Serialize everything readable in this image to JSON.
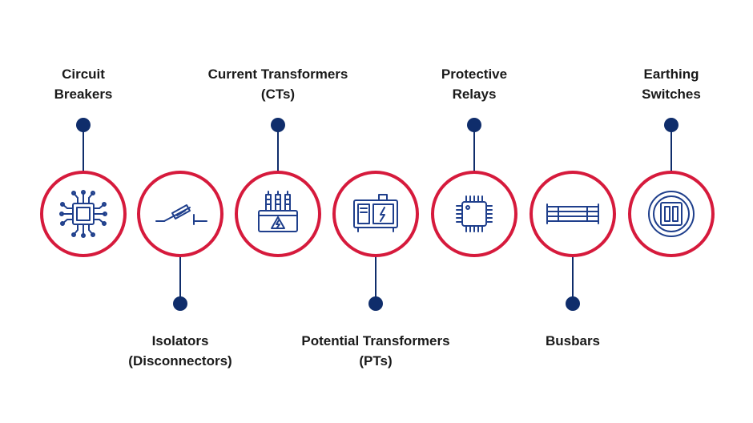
{
  "colors": {
    "ring": "#d61a3c",
    "node": "#0f2d6b",
    "icon": "#1f3f8c",
    "line": "#0f2d6b",
    "text": "#1a1a1a"
  },
  "items": [
    {
      "id": "circuit-breakers",
      "position": "top",
      "icon": "chip-circuit-icon",
      "label_lines": [
        "Circuit",
        "Breakers"
      ]
    },
    {
      "id": "isolators",
      "position": "bottom",
      "icon": "isolator-switch-icon",
      "label_lines": [
        "Isolators",
        "(Disconnectors)"
      ]
    },
    {
      "id": "current-transformers",
      "position": "top",
      "icon": "transformer-icon",
      "label_lines": [
        "Current Transformers",
        "(CTs)"
      ]
    },
    {
      "id": "potential-transformers",
      "position": "bottom",
      "icon": "generator-cabinet-icon",
      "label_lines": [
        "Potential Transformers",
        "(PTs)"
      ]
    },
    {
      "id": "protective-relays",
      "position": "top",
      "icon": "microchip-icon",
      "label_lines": [
        "Protective",
        "Relays"
      ]
    },
    {
      "id": "busbars",
      "position": "bottom",
      "icon": "busbar-icon",
      "label_lines": [
        "Busbars"
      ]
    },
    {
      "id": "earthing-switches",
      "position": "top",
      "icon": "earthing-switch-icon",
      "label_lines": [
        "Earthing",
        "Switches"
      ]
    }
  ]
}
